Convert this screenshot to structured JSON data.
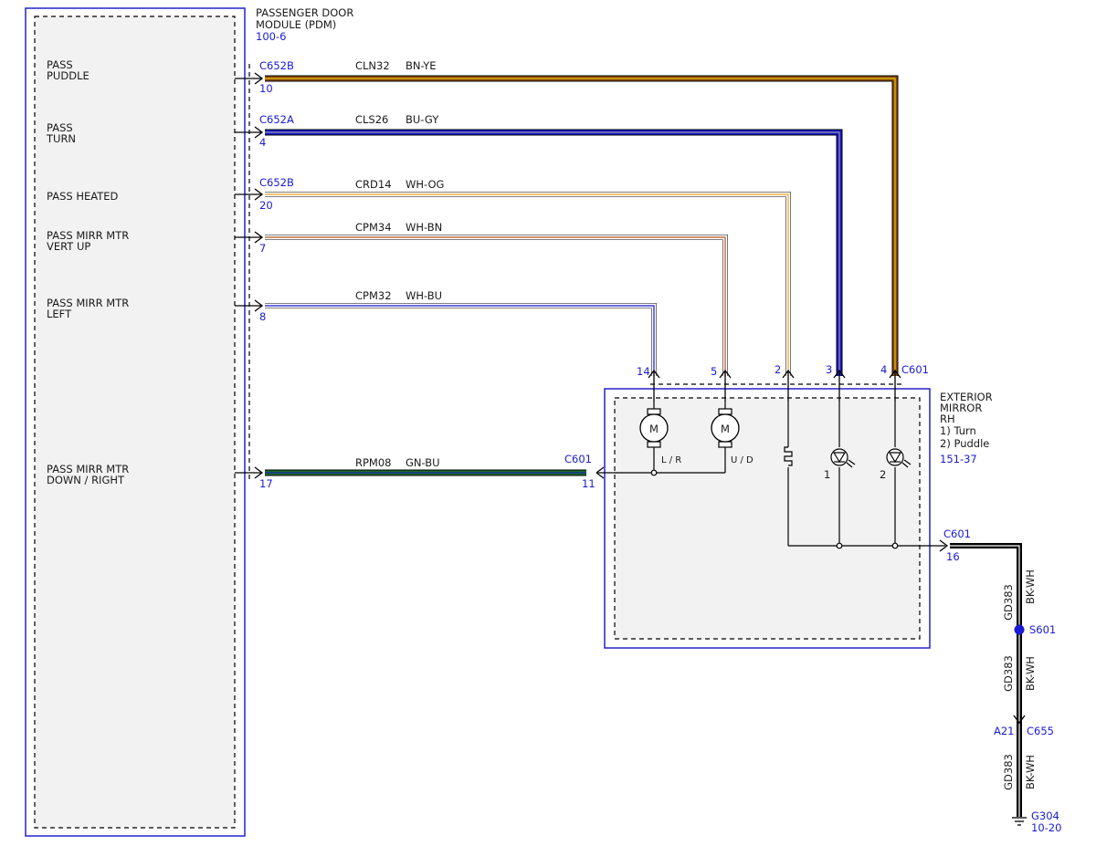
{
  "pdm": {
    "title_line1": "PASSENGER DOOR",
    "title_line2": "MODULE (PDM)",
    "ref": "100-6",
    "signals": {
      "puddle": [
        "PASS",
        "PUDDLE"
      ],
      "turn": [
        "PASS",
        "TURN"
      ],
      "heated": [
        "PASS HEATED"
      ],
      "vert_up": [
        "PASS MIRR MTR",
        "VERT UP"
      ],
      "left": [
        "PASS MIRR MTR",
        "LEFT"
      ],
      "down_right": [
        "PASS MIRR MTR",
        "DOWN / RIGHT"
      ]
    }
  },
  "circuits": {
    "puddle": {
      "connector": "C652B",
      "pin": "10",
      "circuit": "CLN32",
      "color_code": "BN-YE",
      "mirror_pin": "4"
    },
    "turn": {
      "connector": "C652A",
      "pin": "4",
      "circuit": "CLS26",
      "color_code": "BU-GY",
      "mirror_pin": "3"
    },
    "heated": {
      "connector": "C652B",
      "pin": "20",
      "circuit": "CRD14",
      "color_code": "WH-OG",
      "mirror_pin": "2"
    },
    "vert_up": {
      "pin": "7",
      "circuit": "CPM34",
      "color_code": "WH-BN",
      "mirror_pin": "5"
    },
    "left": {
      "pin": "8",
      "circuit": "CPM32",
      "color_code": "WH-BU",
      "mirror_pin": "14"
    },
    "down_right": {
      "pin": "17",
      "circuit": "RPM08",
      "color_code": "GN-BU",
      "mirror_connector": "C601",
      "mirror_pin": "11"
    }
  },
  "mirror": {
    "connector": "C601",
    "title": [
      "EXTERIOR",
      "MIRROR",
      "RH",
      "1) Turn",
      "2) Puddle"
    ],
    "ref": "151-37",
    "motor_label": "M",
    "motor_lr": "L / R",
    "motor_ud": "U / D",
    "lamp1": "1",
    "lamp2": "2",
    "ground_connector": "C601",
    "ground_pin": "16"
  },
  "ground": {
    "circuit": "GD383",
    "color_code": "BK-WH",
    "splice": "S601",
    "inline_pin": "A21",
    "inline_connector": "C655",
    "ground_point": "G304",
    "ground_ref": "10-20"
  },
  "colors": {
    "outline_blue": "#2323cc",
    "label_blue": "#1a1ad6",
    "brown": "#8a4a12",
    "yellow": "#e8c200",
    "blue": "#1515d0",
    "gray": "#9a9a9a",
    "white": "#ffffff",
    "orange": "#f2a020",
    "green": "#1c6b2a",
    "black": "#000000"
  }
}
